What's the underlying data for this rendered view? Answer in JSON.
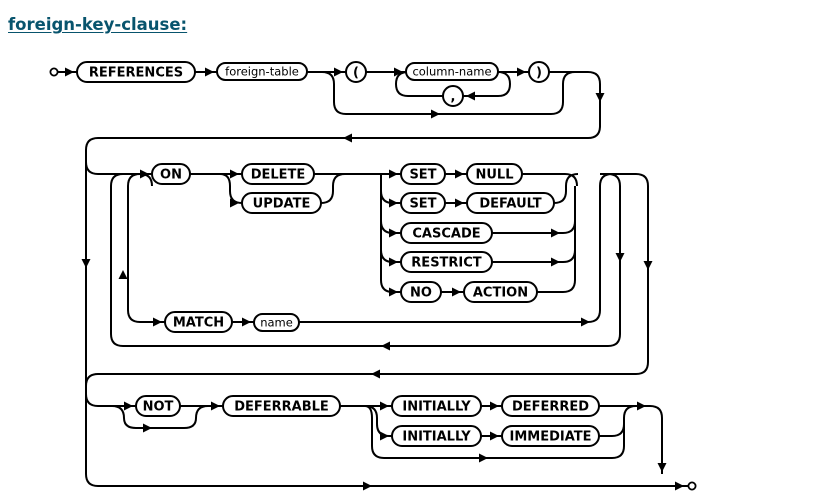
{
  "title": "foreign-key-clause:",
  "nodes": [
    {
      "id": "references",
      "text": "REFERENCES",
      "kind": "keyword"
    },
    {
      "id": "foreign-table",
      "text": "foreign-table",
      "kind": "name"
    },
    {
      "id": "lparen",
      "text": "(",
      "kind": "symbol"
    },
    {
      "id": "column-name",
      "text": "column-name",
      "kind": "name"
    },
    {
      "id": "comma",
      "text": ",",
      "kind": "symbol"
    },
    {
      "id": "rparen",
      "text": ")",
      "kind": "symbol"
    },
    {
      "id": "on",
      "text": "ON",
      "kind": "keyword"
    },
    {
      "id": "delete",
      "text": "DELETE",
      "kind": "keyword"
    },
    {
      "id": "update",
      "text": "UPDATE",
      "kind": "keyword"
    },
    {
      "id": "set-null-set",
      "text": "SET",
      "kind": "keyword"
    },
    {
      "id": "null",
      "text": "NULL",
      "kind": "keyword"
    },
    {
      "id": "set-default-set",
      "text": "SET",
      "kind": "keyword"
    },
    {
      "id": "default",
      "text": "DEFAULT",
      "kind": "keyword"
    },
    {
      "id": "cascade",
      "text": "CASCADE",
      "kind": "keyword"
    },
    {
      "id": "restrict",
      "text": "RESTRICT",
      "kind": "keyword"
    },
    {
      "id": "no",
      "text": "NO",
      "kind": "keyword"
    },
    {
      "id": "action",
      "text": "ACTION",
      "kind": "keyword"
    },
    {
      "id": "match",
      "text": "MATCH",
      "kind": "keyword"
    },
    {
      "id": "match-name",
      "text": "name",
      "kind": "name"
    },
    {
      "id": "not",
      "text": "NOT",
      "kind": "keyword"
    },
    {
      "id": "deferrable",
      "text": "DEFERRABLE",
      "kind": "keyword"
    },
    {
      "id": "initially-1",
      "text": "INITIALLY",
      "kind": "keyword"
    },
    {
      "id": "deferred",
      "text": "DEFERRED",
      "kind": "keyword"
    },
    {
      "id": "initially-2",
      "text": "INITIALLY",
      "kind": "keyword"
    },
    {
      "id": "immediate",
      "text": "IMMEDIATE",
      "kind": "keyword"
    }
  ]
}
